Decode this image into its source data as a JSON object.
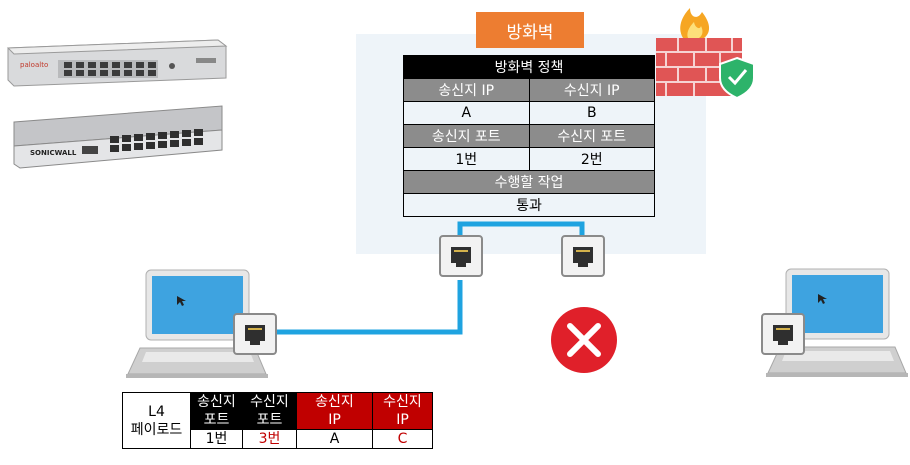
{
  "firewall": {
    "badge": "방화벽",
    "policy": {
      "title": "방화벽 정책",
      "src_ip_label": "송신지 IP",
      "dst_ip_label": "수신지 IP",
      "src_ip": "A",
      "dst_ip": "B",
      "src_port_label": "송신지 포트",
      "dst_port_label": "수신지 포트",
      "src_port": "1번",
      "dst_port": "2번",
      "action_label": "수행할 작업",
      "action": "통과"
    }
  },
  "devices": {
    "paloalto_logo": "paloalto",
    "sonicwall_logo": "SONICWALL"
  },
  "payload": {
    "label_line1": "L4",
    "label_line2": "페이로드",
    "src_port_label_1": "송신지",
    "src_port_label_2": "포트",
    "dst_port_label_1": "수신지",
    "dst_port_label_2": "포트",
    "src_ip_label_1": "송신지",
    "src_ip_label_2": "IP",
    "dst_ip_label_1": "수신지",
    "dst_ip_label_2": "IP",
    "src_port": "1번",
    "dst_port": "3번",
    "src_ip": "A",
    "dst_ip": "C"
  },
  "colors": {
    "cable": "#1fa3e0",
    "badge": "#ed7d31",
    "deny": "#e0202a",
    "brick": "#e05555",
    "shield": "#2db36a"
  }
}
